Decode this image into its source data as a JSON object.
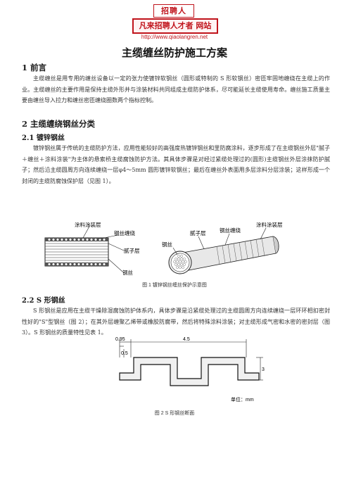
{
  "logo": {
    "top_text": "招聘人",
    "middle_text": "凡来招聘人才者 网站",
    "url": "http://www.qiaolangren.net"
  },
  "title": "主缆缠丝防护施工方案",
  "sections": [
    {
      "heading": "1 前言",
      "paragraph": "主缆缠丝是用专用的缠丝设备以一定的张力使镀锌软钢丝（圆形或特制的 S 形软钢丝）密匝牢固地缠绕在主缆上的作业。主缆缠丝的主要作用是保持主缆外形并与涂装材料共同组成主缆防护体系，尽可能延长主缆使用寿命。缠丝施工质量主要由缠丝导入拉力和缠丝密匝缠绕圈数两个指标控制。"
    },
    {
      "heading": "2 主缆缠绕钢丝分类",
      "subsections": [
        {
          "heading": "2.1 镀锌钢丝",
          "paragraph": "镀锌钢丝属于传统的主缆防护方法，应用性能较好的高强度热镀锌钢丝和里防腐涂料，逐步形成了在主缆钢丝外层\"腻子＋缠丝＋涂料涂装\"为主体的悬索桥主缆腐蚀防护方法。其具体步骤是对经过紧缆处理过的(圆形)主缆钢丝外层涂抹防护腻子；然后沿主缆圆周方向连续缠绕一层φ4～5mm 圆形镀锌软钢丝；最后在缠丝外表面用多层涂料分层涂装；这样形成一个封闭的主缆防腐蚀保护层（见图 1）。",
          "figure_caption": "图 1 镀锌钢丝缠丝保护示意图",
          "figure_labels": {
            "coating": "涂料涂装层",
            "wrap_wire": "钢丝缠绕",
            "putty": "腻子层",
            "wire": "钢丝",
            "right_wire": "钢丝",
            "right_putty": "腻子层",
            "right_wrap": "钢丝缠绕",
            "right_coating": "涂料涂装层"
          }
        },
        {
          "heading": "2.2 S 形钢丝",
          "paragraph": "S 形钢丝是应用在主缆干燥除湿腐蚀防护体系内，具体步骤是沿紧缆处理过的主缆圆周方向连续缠绕一层环环相扣密封性好的\"S\"型钢丝（图 2）；在其外层缠聚乙烯带或橡胶防腐带，然后将特殊涂料涂装；对主缆形成气密和水密的密封层（图 3）。S 形钢丝的质量特性见表 1。",
          "figure_caption": "图 2 S 形钢丝断面",
          "figure_labels": {
            "dim_a": "0.95",
            "dim_b": "4.5",
            "dim_c": "0.5",
            "dim_d": "3",
            "unit": "单位：mm"
          }
        }
      ]
    }
  ]
}
